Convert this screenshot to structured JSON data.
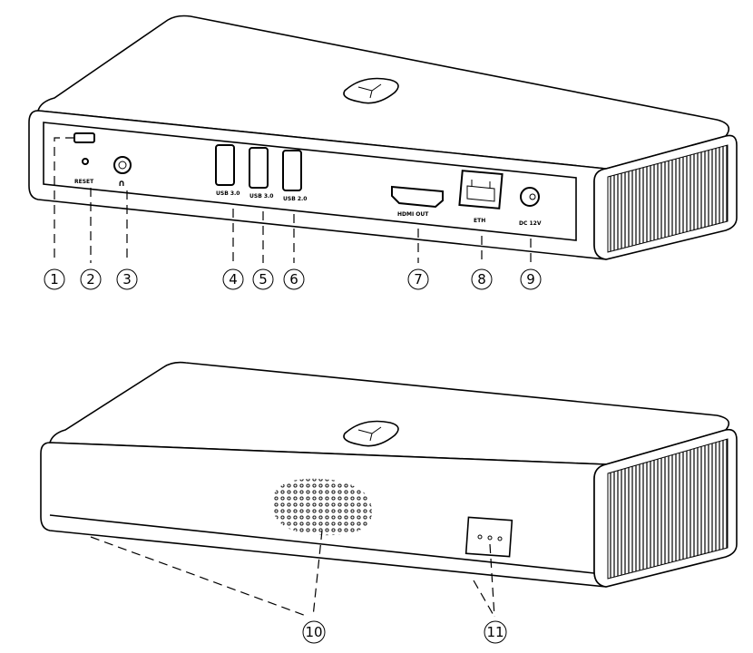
{
  "port_labels": {
    "reset": "RESET",
    "usb1": "USB 3.0",
    "usb2": "USB 3.0",
    "usb3": "USB 2.0",
    "hdmi": "HDMI OUT",
    "eth": "ETH",
    "dc": "DC 12V"
  },
  "callouts": [
    "1",
    "2",
    "3",
    "4",
    "5",
    "6",
    "7",
    "8",
    "9",
    "10",
    "11"
  ]
}
